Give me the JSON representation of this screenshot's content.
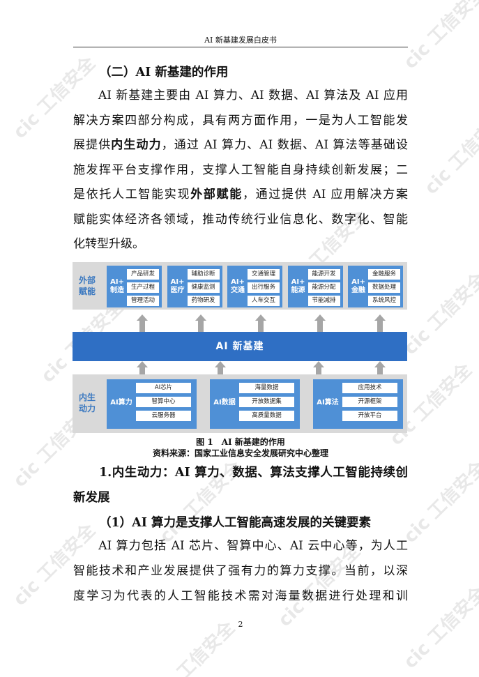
{
  "header": "AI 新基建发展白皮书",
  "section_heading": "（二）AI 新基建的作用",
  "para1": [
    [
      {
        "t": "　　AI 新基建主要由 AI 算力、AI 数据、AI 算法及 AI 应用"
      }
    ],
    [
      {
        "t": "解决方案四部分构成，具有两方面作用，一是为人工智能发"
      }
    ],
    [
      {
        "t": "展提供"
      },
      {
        "t": "内生动力",
        "b": true
      },
      {
        "t": "，通过 AI 算力、AI 数据、AI 算法等基础设"
      }
    ],
    [
      {
        "t": "施发挥平台支撑作用，支撑人工智能自身持续创新发展；二"
      }
    ],
    [
      {
        "t": "是依托人工智能实现"
      },
      {
        "t": "外部赋能",
        "b": true
      },
      {
        "t": "，通过提供 AI 应用解决方案"
      }
    ],
    [
      {
        "t": "赋能实体经济各领域，推动传统行业信息化、数字化、智能"
      }
    ],
    [
      {
        "t": "化转型升级。"
      }
    ]
  ],
  "figure": {
    "outer_label": "外部赋能",
    "outer_cards": [
      {
        "label": "AI+ 制造",
        "items": [
          "产品研发",
          "生产过程",
          "管理活动"
        ]
      },
      {
        "label": "AI+ 医疗",
        "items": [
          "辅助诊断",
          "健康监测",
          "药物研发"
        ]
      },
      {
        "label": "AI+ 交通",
        "items": [
          "交通管理",
          "出行服务",
          "人车交互"
        ]
      },
      {
        "label": "AI+ 能源",
        "items": [
          "能源开发",
          "能源分配",
          "节能减排"
        ]
      },
      {
        "label": "AI+ 金融",
        "items": [
          "金融服务",
          "数据处理",
          "系统风控"
        ]
      }
    ],
    "core": "AI 新基建",
    "inner_label": "内生动力",
    "inner_cards": [
      {
        "label": "AI算力",
        "items": [
          "AI芯片",
          "智算中心",
          "云服务器"
        ]
      },
      {
        "label": "AI数据",
        "items": [
          "海量数据",
          "开放数据集",
          "高质量数据"
        ]
      },
      {
        "label": "AI算法",
        "items": [
          "应用技术",
          "开源框架",
          "开放平台"
        ]
      }
    ],
    "colors": {
      "band": "#d9d9d9",
      "card": "#4f90d6",
      "core": "#2f6fc4",
      "label": "#3a78c0"
    }
  },
  "caption": "图 1　AI 新基建的作用",
  "source": "资料来源：国家工业信息安全发展研究中心整理",
  "heading1": [
    "1.内生动力：AI 算力、数据、算法支撑人工智能持续创",
    "新发展"
  ],
  "heading2": "（1）AI 算力是支撑人工智能高速发展的关键要素",
  "para2": [
    [
      {
        "t": "　　AI 算力包括 AI 芯片、智算中心、AI 云中心等，为人工"
      }
    ],
    [
      {
        "t": "智能技术和产业发展提供了强有力的算力支撑。当前，以深"
      }
    ],
    [
      {
        "t": "度学习为代表的人工智能技术需对海量数据进行处理和训"
      }
    ]
  ],
  "page_number": "2",
  "watermark": "cic 工信安全"
}
